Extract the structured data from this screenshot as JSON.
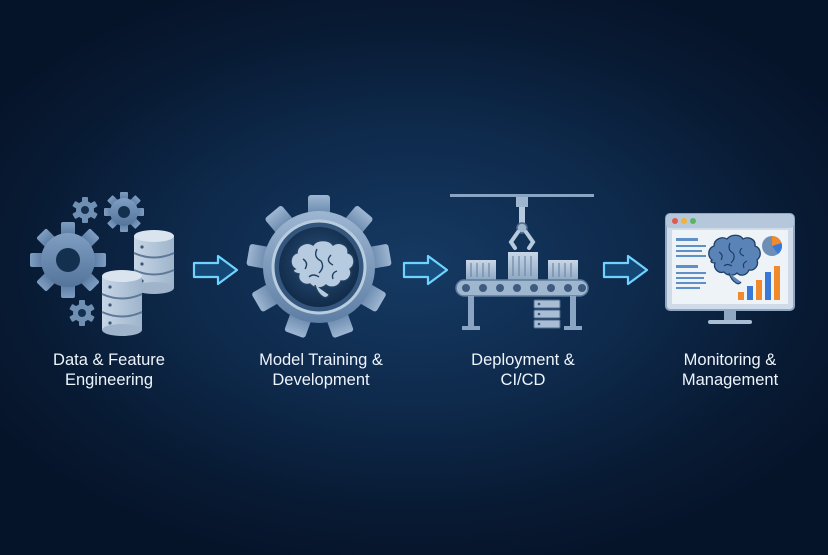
{
  "colors": {
    "background": "#0e2a4c",
    "icon_fill": "#6f8fb3",
    "icon_light": "#a9c1db",
    "arrow_glow": "#4fc3ff",
    "label_text": "#eef4fb",
    "chart_blue": "#3a78d8",
    "chart_orange": "#f08a2c"
  },
  "stages": [
    {
      "line1": "Data & Feature",
      "line2": "Engineering",
      "icon": "gears-database-icon"
    },
    {
      "line1": "Model Training &",
      "line2": "Development",
      "icon": "gear-brain-icon"
    },
    {
      "line1": "Deployment &",
      "line2": "CI/CD",
      "icon": "conveyor-robot-arm-icon"
    },
    {
      "line1": "Monitoring &",
      "line2": "Management",
      "icon": "monitor-dashboard-icon"
    }
  ],
  "arrows": [
    "arrow-right-icon",
    "arrow-right-icon",
    "arrow-right-icon"
  ]
}
